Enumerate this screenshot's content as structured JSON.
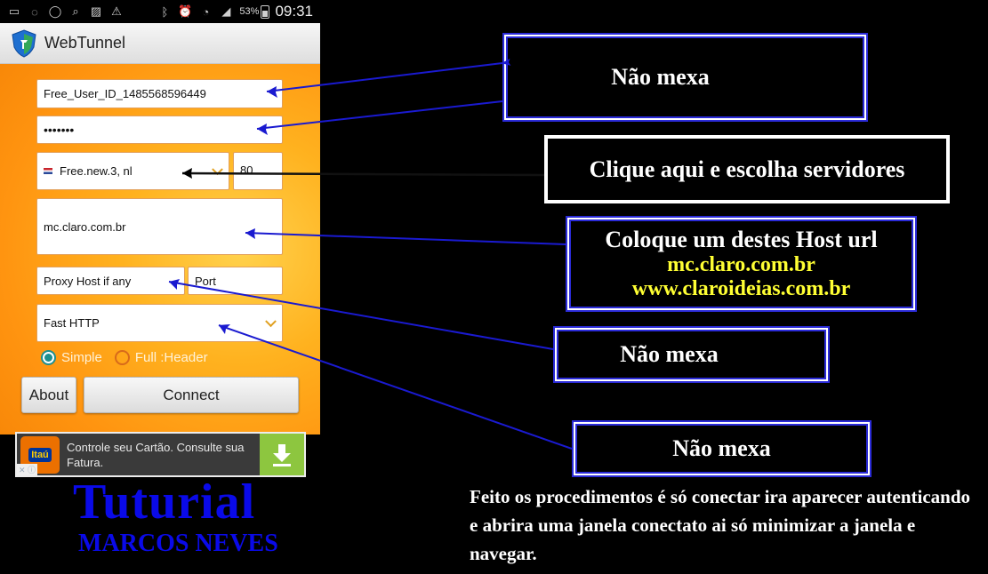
{
  "status_bar": {
    "battery": "53%",
    "clock": "09:31",
    "icons": [
      "message-icon",
      "messenger-icon",
      "whatsapp-icon",
      "search-icon",
      "image-icon",
      "warning-icon",
      "bluetooth-icon",
      "alarm-icon",
      "wifi-icon",
      "signal-icon"
    ]
  },
  "app": {
    "title": "WebTunnel",
    "username": "Free_User_ID_1485568596449",
    "password": "•••••••",
    "server": "Free.new.3, nl",
    "server_port": "80",
    "host": "mc.claro.com.br",
    "proxy_placeholder": "Proxy Host if any",
    "port_placeholder": "Port",
    "mode": "Fast HTTP",
    "radio_simple": "Simple",
    "radio_full": "Full :Header",
    "about_label": "About",
    "connect_label": "Connect"
  },
  "ad": {
    "brand": "Itaú",
    "text": "Controle seu Cartão. Consulte sua Fatura."
  },
  "tutorial": {
    "title": "Tuturial",
    "author": "MARCOS NEVES"
  },
  "notes": {
    "note1": "Não mexa",
    "note2": "Clique aqui e escolha servidores",
    "note3_title": "Coloque um destes Host url",
    "note3_host1": "mc.claro.com.br",
    "note3_host2": "www.claroideias.com.br",
    "note4": "Não mexa",
    "note5": "Não mexa",
    "footer": "Feito os procedimentos é só conectar ira aparecer autenticando e abrira uma janela conectato ai só minimizar a janela e navegar."
  },
  "colors": {
    "accent_blue": "#2b2bd8",
    "tutorial_blue": "#0a0ae8",
    "host_yellow": "#ffff33",
    "app_orange": "#ff9410"
  }
}
